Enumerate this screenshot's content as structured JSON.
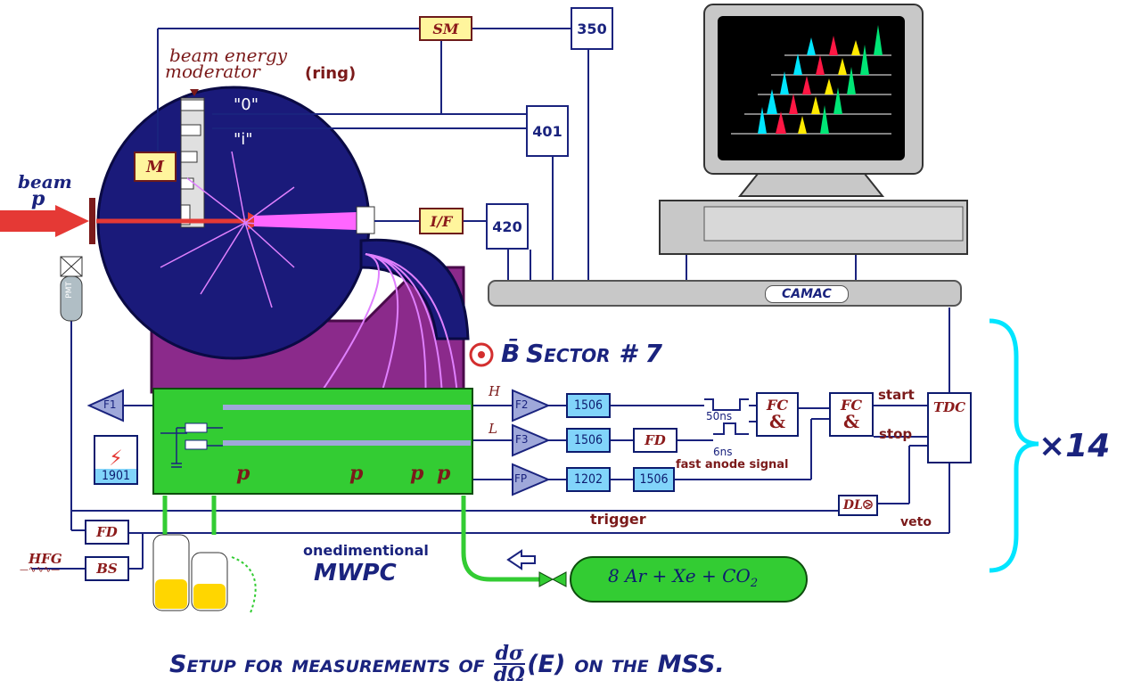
{
  "title": {
    "part1": "Setup for measurements of",
    "frac_num": "dσ",
    "frac_den": "dΩ",
    "after_frac": "(E)",
    "part2": "on the",
    "mss": "MSS."
  },
  "labels": {
    "beam": "beam",
    "beam_particle": "p",
    "moderator_line1": "beam energy",
    "moderator_line2": "moderator",
    "moderator_ring": "(ring)",
    "zero": "\"0\"",
    "i": "\"i\"",
    "camac": "CAMAC",
    "sector": "Sector # 7",
    "b_symbol": "B̄",
    "times14": "×14",
    "onedim": "onedimentional",
    "mwpc": "MWPC",
    "gas": "8 Ar + Xe + CO",
    "gas_sub": "2",
    "trigger": "trigger",
    "veto": "veto",
    "start": "start",
    "stop": "stop",
    "ns50": "50ns",
    "ns6": "6ns",
    "fast_anode": "fast anode signal",
    "hfg": "HFG",
    "pmt": "PMT",
    "h": "H",
    "l": "L",
    "p": "p"
  },
  "modules": {
    "sm": "SM",
    "m350": "350",
    "m401": "401",
    "m420": "420",
    "m": "M",
    "if": "I/F",
    "fd_top": "FD",
    "fd_left": "FD",
    "bs": "BS",
    "fc": "FC",
    "and": "&",
    "tdc": "TDC",
    "dl": "DL",
    "m1506": "1506",
    "m1202": "1202",
    "m1901": "1901",
    "f1": "F1",
    "f2": "F2",
    "f3": "F3",
    "fp": "FP"
  },
  "colors": {
    "chamber": "#1a1a7a",
    "field_region": "#8b2a8b",
    "mwpc_board": "#33cc33",
    "beam": "#e53935",
    "bus": "#c8c8c8",
    "cyan": "#00e5ff"
  }
}
